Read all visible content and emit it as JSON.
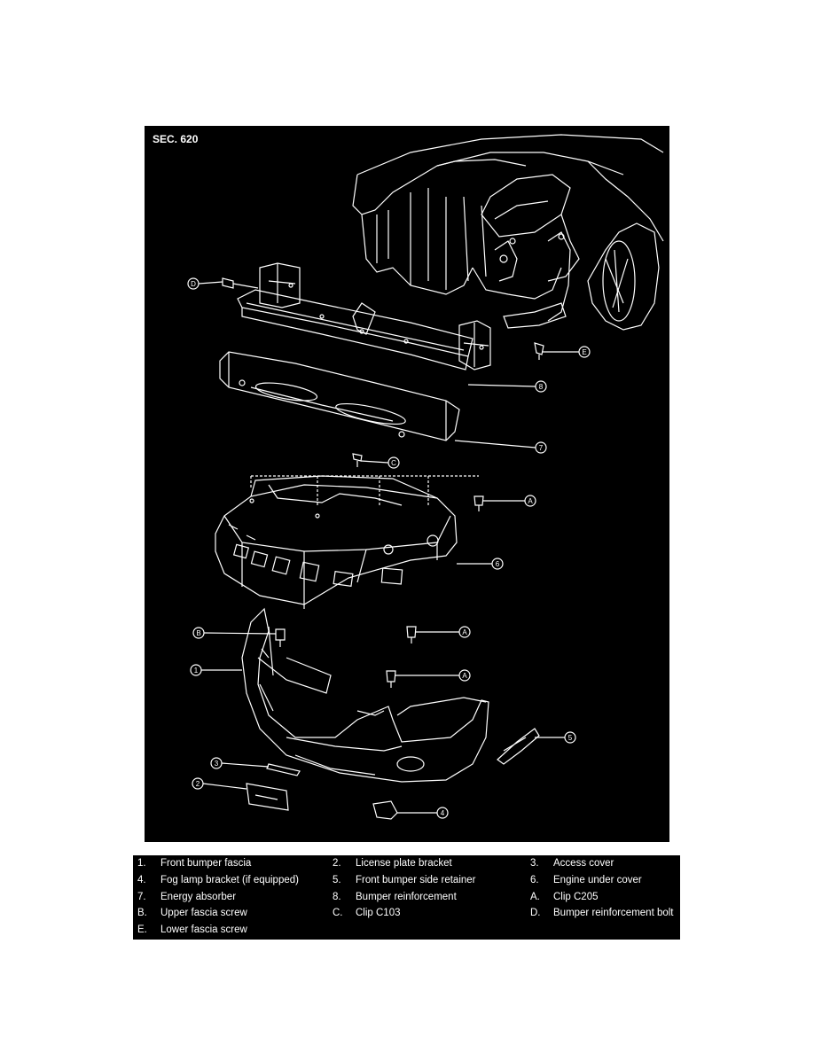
{
  "figure": {
    "section_label": "SEC. 620",
    "background": "#000000",
    "line_color": "#ffffff",
    "callouts": [
      "D",
      "E",
      "8",
      "7",
      "C",
      "A",
      "6",
      "B",
      "A",
      "1",
      "A",
      "5",
      "3",
      "2",
      "4"
    ]
  },
  "legend": {
    "items": [
      {
        "key": "1.",
        "text": "Front bumper fascia"
      },
      {
        "key": "2.",
        "text": "License plate bracket"
      },
      {
        "key": "3.",
        "text": "Access cover"
      },
      {
        "key": "4.",
        "text": "Fog lamp bracket (if equipped)"
      },
      {
        "key": "5.",
        "text": "Front bumper side retainer"
      },
      {
        "key": "6.",
        "text": "Engine under cover"
      },
      {
        "key": "7.",
        "text": "Energy absorber"
      },
      {
        "key": "8.",
        "text": "Bumper reinforcement"
      },
      {
        "key": "A.",
        "text": "Clip C205"
      },
      {
        "key": "B.",
        "text": "Upper fascia screw"
      },
      {
        "key": "C.",
        "text": "Clip C103"
      },
      {
        "key": "D.",
        "text": "Bumper reinforcement bolt"
      },
      {
        "key": "E.",
        "text": "Lower fascia screw"
      }
    ]
  }
}
